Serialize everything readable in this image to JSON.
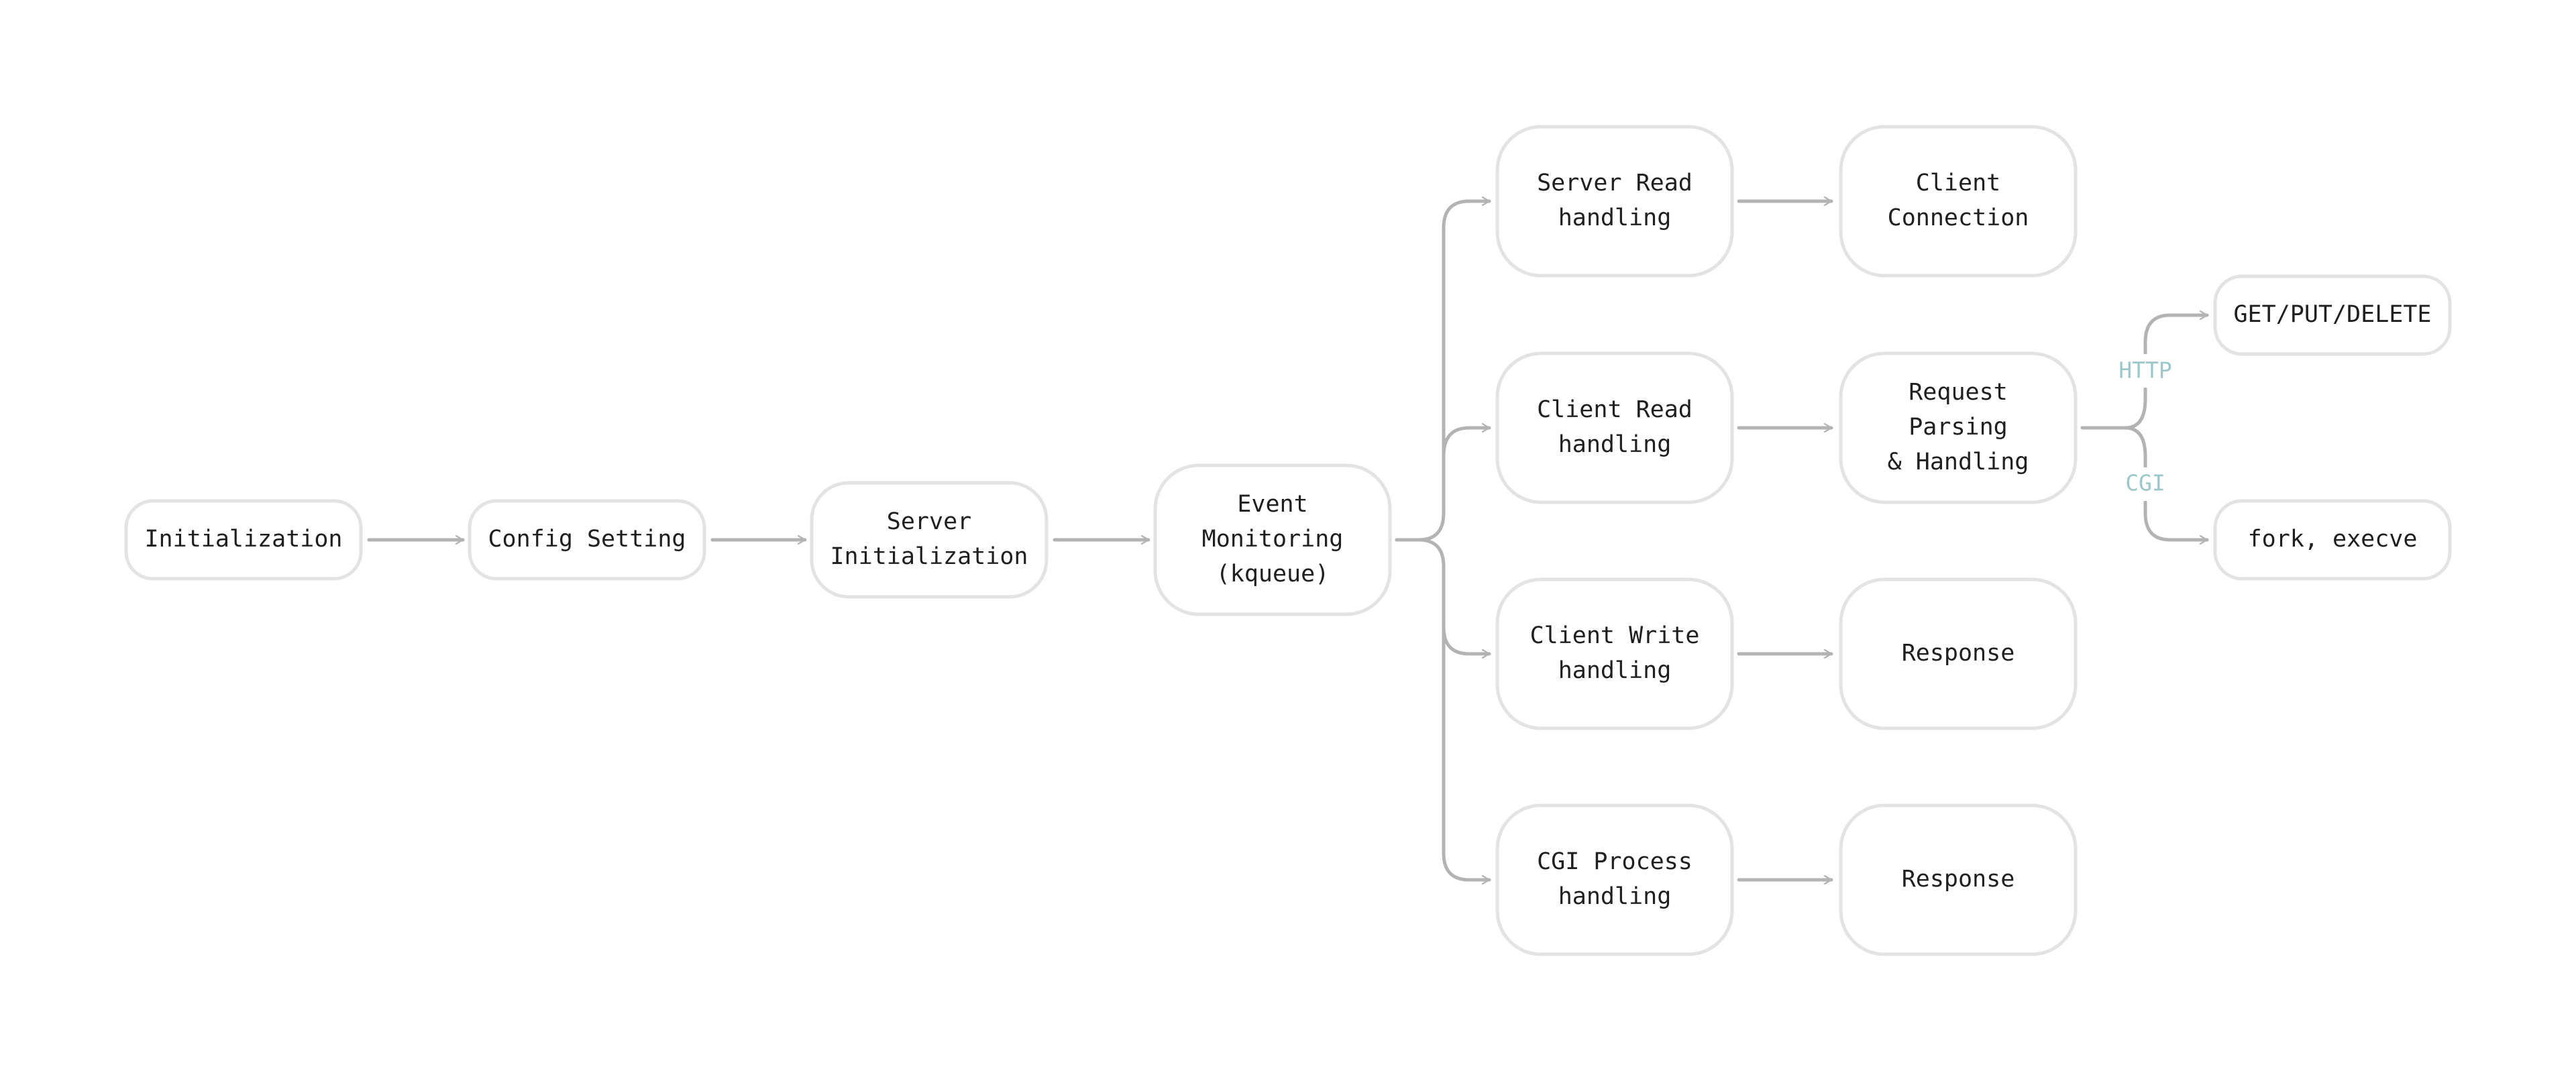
{
  "colors": {
    "node_border": "#e3e3e3",
    "node_text": "#1f1f1f",
    "arrow": "#b3b3b3",
    "branch_label": "#9cc7c9"
  },
  "nodes": {
    "initialization": [
      "Initialization"
    ],
    "config_setting": [
      "Config Setting"
    ],
    "server_initialization": [
      "Server",
      "Initialization"
    ],
    "event_monitoring": [
      "Event",
      "Monitoring",
      "(kqueue)"
    ],
    "server_read": [
      "Server Read",
      "handling"
    ],
    "client_read": [
      "Client Read",
      "handling"
    ],
    "client_write": [
      "Client Write",
      "handling"
    ],
    "cgi_process": [
      "CGI Process",
      "handling"
    ],
    "client_connection": [
      "Client",
      "Connection"
    ],
    "request_parsing": [
      "Request",
      "Parsing",
      "& Handling"
    ],
    "response_write": [
      "Response"
    ],
    "response_cgi": [
      "Response"
    ],
    "get_put_delete": [
      "GET/PUT/DELETE"
    ],
    "fork_execve": [
      "fork, execve"
    ]
  },
  "edge_labels": {
    "http": "HTTP",
    "cgi": "CGI"
  },
  "edges": [
    [
      "initialization",
      "config_setting"
    ],
    [
      "config_setting",
      "server_initialization"
    ],
    [
      "server_initialization",
      "event_monitoring"
    ],
    [
      "event_monitoring",
      "server_read"
    ],
    [
      "event_monitoring",
      "client_read"
    ],
    [
      "event_monitoring",
      "client_write"
    ],
    [
      "event_monitoring",
      "cgi_process"
    ],
    [
      "server_read",
      "client_connection"
    ],
    [
      "client_read",
      "request_parsing"
    ],
    [
      "client_write",
      "response_write"
    ],
    [
      "cgi_process",
      "response_cgi"
    ],
    [
      "request_parsing",
      "get_put_delete"
    ],
    [
      "request_parsing",
      "fork_execve"
    ]
  ]
}
